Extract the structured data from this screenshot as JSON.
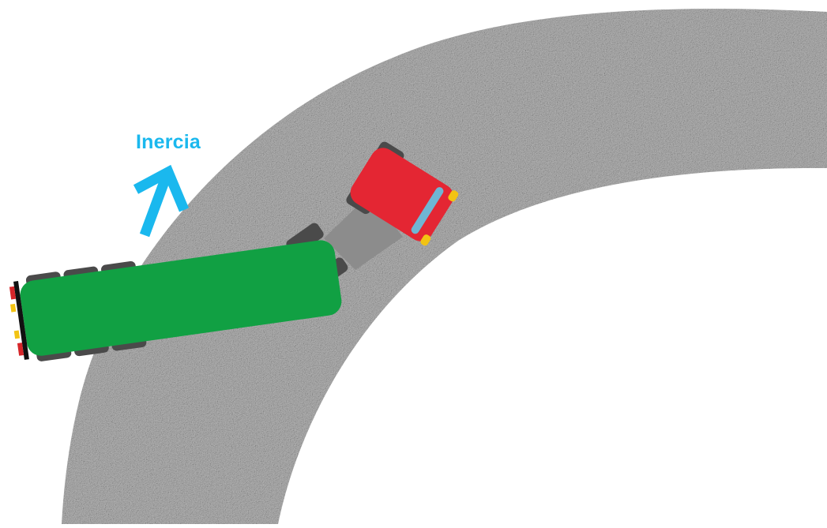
{
  "diagram": {
    "inertia_label": "Inercia",
    "colors": {
      "background": "#ffffff",
      "road": "#b7b7b7",
      "accent_arrow": "#1ab8ee",
      "trailer": "#11a043",
      "cab": "#e42633",
      "windshield": "#6fb6d4",
      "coupling": "#8c8c8c",
      "wheels": "#4a4a4a",
      "lights": "#f2c313",
      "rear_light": "#d6262a",
      "rear_bumper": "#111111"
    },
    "elements": {
      "road": "curved-road",
      "vehicle": "articulated-truck",
      "arrow": "inertia-arrow-icon"
    }
  }
}
